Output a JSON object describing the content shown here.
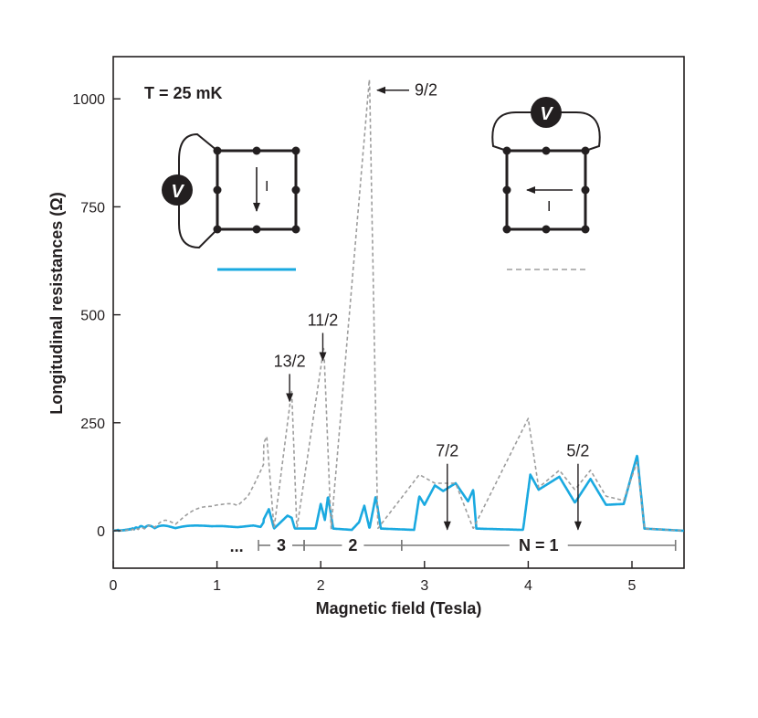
{
  "chart_data": {
    "type": "line",
    "title": "",
    "xlabel": "Magnetic field (Tesla)",
    "ylabel": "Longitudinal resistances (Ω)",
    "xlim": [
      0,
      5.5
    ],
    "ylim": [
      -90,
      1100
    ],
    "x_ticks": [
      {
        "value": 0,
        "label": "0"
      },
      {
        "value": 1,
        "label": "1"
      },
      {
        "value": 2,
        "label": "2"
      },
      {
        "value": 3,
        "label": "3"
      },
      {
        "value": 4,
        "label": "4"
      },
      {
        "value": 5,
        "label": "5"
      }
    ],
    "y_ticks": [
      {
        "value": 0,
        "label": "0"
      },
      {
        "value": 250,
        "label": "250"
      },
      {
        "value": 500,
        "label": "500"
      },
      {
        "value": 750,
        "label": "750"
      },
      {
        "value": 1000,
        "label": "1000"
      }
    ],
    "grid": false,
    "temperature_label": "T = 25 mK",
    "series": [
      {
        "color": "#1aa9e0",
        "style": "solid",
        "geometry": "current flows vertically; voltage probes on left edge",
        "points": [
          [
            0,
            0
          ],
          [
            0.3,
            12
          ],
          [
            0.95,
            12
          ],
          [
            1.05,
            15
          ],
          [
            1.35,
            18
          ],
          [
            1.42,
            12
          ],
          [
            1.5,
            50
          ],
          [
            1.55,
            5
          ],
          [
            1.68,
            35
          ],
          [
            1.72,
            30
          ],
          [
            1.75,
            5
          ],
          [
            1.95,
            5
          ],
          [
            2.0,
            62
          ],
          [
            2.04,
            25
          ],
          [
            2.07,
            80
          ],
          [
            2.12,
            5
          ],
          [
            2.3,
            2
          ],
          [
            2.37,
            20
          ],
          [
            2.42,
            58
          ],
          [
            2.47,
            5
          ],
          [
            2.53,
            80
          ],
          [
            2.58,
            5
          ],
          [
            2.9,
            2
          ],
          [
            2.95,
            80
          ],
          [
            3.0,
            60
          ],
          [
            3.1,
            105
          ],
          [
            3.18,
            92
          ],
          [
            3.3,
            110
          ],
          [
            3.42,
            68
          ],
          [
            3.47,
            95
          ],
          [
            3.5,
            5
          ],
          [
            3.95,
            2
          ],
          [
            4.02,
            130
          ],
          [
            4.1,
            95
          ],
          [
            4.3,
            125
          ],
          [
            4.45,
            65
          ],
          [
            4.6,
            120
          ],
          [
            4.75,
            60
          ],
          [
            4.92,
            62
          ],
          [
            5.05,
            175
          ],
          [
            5.12,
            5
          ],
          [
            5.5,
            0
          ]
        ]
      },
      {
        "color": "#9d9d9d",
        "style": "dashed",
        "geometry": "current flows horizontally; voltage probes on top edge",
        "points": [
          [
            0,
            0
          ],
          [
            0.6,
            30
          ],
          [
            0.95,
            65
          ],
          [
            1.05,
            85
          ],
          [
            1.15,
            110
          ],
          [
            1.3,
            130
          ],
          [
            1.48,
            218
          ],
          [
            1.55,
            5
          ],
          [
            1.72,
            325
          ],
          [
            1.77,
            5
          ],
          [
            2.03,
            425
          ],
          [
            2.1,
            5
          ],
          [
            2.47,
            1050
          ],
          [
            2.55,
            5
          ],
          [
            2.95,
            130
          ],
          [
            3.1,
            110
          ],
          [
            3.3,
            110
          ],
          [
            3.47,
            5
          ],
          [
            4.0,
            260
          ],
          [
            4.1,
            100
          ],
          [
            4.3,
            140
          ],
          [
            4.45,
            95
          ],
          [
            4.6,
            140
          ],
          [
            4.75,
            80
          ],
          [
            4.92,
            70
          ],
          [
            5.05,
            160
          ],
          [
            5.12,
            5
          ],
          [
            5.5,
            0
          ]
        ]
      }
    ],
    "annotations": [
      {
        "text": "9/2",
        "x": 2.5,
        "y": 1020,
        "arrow": "left"
      },
      {
        "text": "11/2",
        "x": 2.02,
        "y": 458,
        "arrow": "down"
      },
      {
        "text": "13/2",
        "x": 1.7,
        "y": 363,
        "arrow": "down"
      },
      {
        "text": "7/2",
        "x": 3.22,
        "y": 155,
        "arrow": "down"
      },
      {
        "text": "5/2",
        "x": 4.48,
        "y": 155,
        "arrow": "down"
      }
    ],
    "landau_levels": [
      {
        "label": "...",
        "from": 0.98,
        "to": 1.4
      },
      {
        "label": "3",
        "from": 1.4,
        "to": 1.84
      },
      {
        "label": "2",
        "from": 1.84,
        "to": 2.78
      },
      {
        "label": "N = 1",
        "from": 2.78,
        "to": 5.42
      }
    ],
    "insets": [
      {
        "voltmeter": "V",
        "current": "I",
        "legend_color": "#1aa9e0",
        "legend_style": "solid"
      },
      {
        "voltmeter": "V",
        "current": "I",
        "legend_color": "#9d9d9d",
        "legend_style": "dashed"
      }
    ]
  }
}
